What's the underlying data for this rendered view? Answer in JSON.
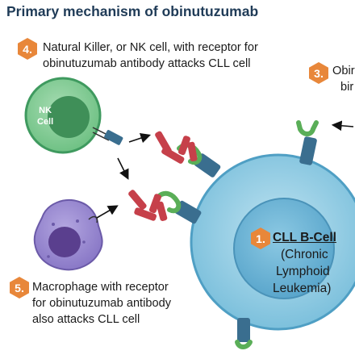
{
  "title": "Primary mechanism of obinutuzumab",
  "nk_caption": {
    "badge": "4.",
    "line1": "Natural Killer, or NK cell, with receptor for",
    "line2": "obinutuzumab antibody attacks CLL cell"
  },
  "nk_cell_label": {
    "line1": "NK",
    "line2": "Cell"
  },
  "step3_caption": {
    "badge": "3.",
    "line1": "Obir",
    "line2": "bir"
  },
  "cll_label": {
    "badge": "1.",
    "line1": "CLL B-Cell",
    "line2": "(Chronic",
    "line3": "Lymphoid",
    "line4": "Leukemia)"
  },
  "macrophage_caption": {
    "badge": "5.",
    "line1": "Macrophage with receptor",
    "line2": "for obinutuzumab antibody",
    "line3": "also attacks CLL cell"
  },
  "colors": {
    "title": "#1f3b57",
    "badge": "#e8873a",
    "nk_outer": "#8fd19e",
    "nk_inner": "#3f9a5f",
    "macrophage": "#9b8bd1",
    "macrophage_nucleus": "#5a3f8e",
    "cll_outer": "#a9d8ea",
    "cll_nucleus": "#6cb6d6",
    "antibody_red": "#c6404a",
    "antigen_green": "#5aae58",
    "receptor_blue": "#3a6e8f"
  }
}
